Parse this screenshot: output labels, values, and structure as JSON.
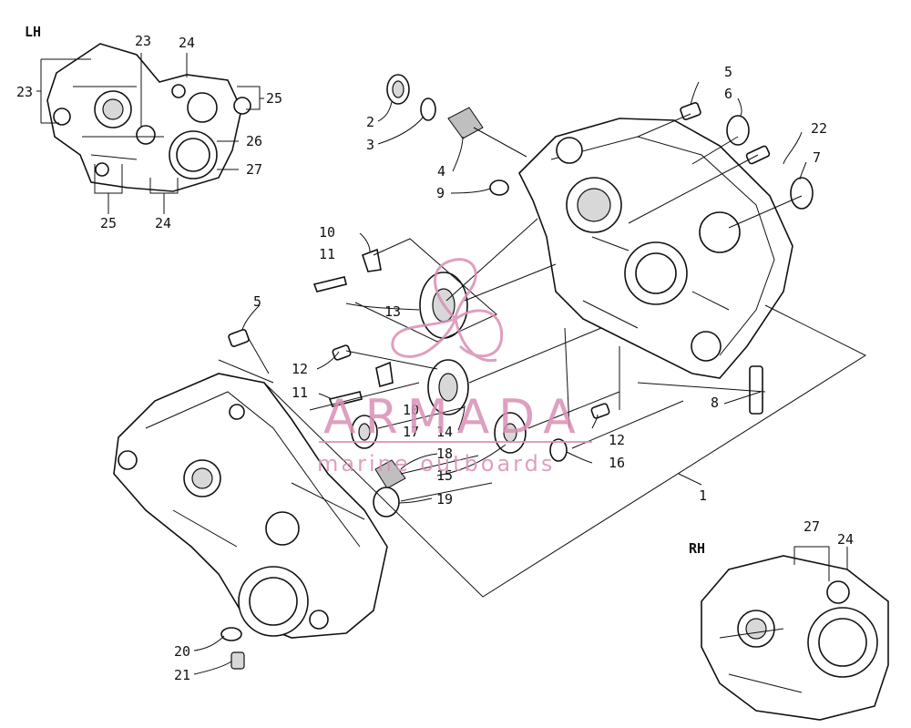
{
  "labels": {
    "side_lh": "LH",
    "side_rh": "RH"
  },
  "watermark": {
    "brand": "ARMADA",
    "tagline": "marine outboards",
    "color": "#d98fb6"
  },
  "callouts": [
    {
      "id": "c1",
      "text": "1"
    },
    {
      "id": "c2",
      "text": "2"
    },
    {
      "id": "c3",
      "text": "3"
    },
    {
      "id": "c4",
      "text": "4"
    },
    {
      "id": "c5a",
      "text": "5"
    },
    {
      "id": "c5b",
      "text": "5"
    },
    {
      "id": "c6",
      "text": "6"
    },
    {
      "id": "c7",
      "text": "7"
    },
    {
      "id": "c8",
      "text": "8"
    },
    {
      "id": "c9",
      "text": "9"
    },
    {
      "id": "c10a",
      "text": "10"
    },
    {
      "id": "c10b",
      "text": "10"
    },
    {
      "id": "c11a",
      "text": "11"
    },
    {
      "id": "c11b",
      "text": "11"
    },
    {
      "id": "c12a",
      "text": "12"
    },
    {
      "id": "c12b",
      "text": "12"
    },
    {
      "id": "c13",
      "text": "13"
    },
    {
      "id": "c14",
      "text": "14"
    },
    {
      "id": "c15",
      "text": "15"
    },
    {
      "id": "c16",
      "text": "16"
    },
    {
      "id": "c17",
      "text": "17"
    },
    {
      "id": "c18",
      "text": "18"
    },
    {
      "id": "c19",
      "text": "19"
    },
    {
      "id": "c20",
      "text": "20"
    },
    {
      "id": "c21",
      "text": "21"
    },
    {
      "id": "c22",
      "text": "22"
    },
    {
      "id": "c23a",
      "text": "23"
    },
    {
      "id": "c23b",
      "text": "23"
    },
    {
      "id": "c24a",
      "text": "24"
    },
    {
      "id": "c24b",
      "text": "24"
    },
    {
      "id": "c24c",
      "text": "24"
    },
    {
      "id": "c25a",
      "text": "25"
    },
    {
      "id": "c25b",
      "text": "25"
    },
    {
      "id": "c26",
      "text": "26"
    },
    {
      "id": "c27a",
      "text": "27"
    },
    {
      "id": "c27b",
      "text": "27"
    }
  ]
}
